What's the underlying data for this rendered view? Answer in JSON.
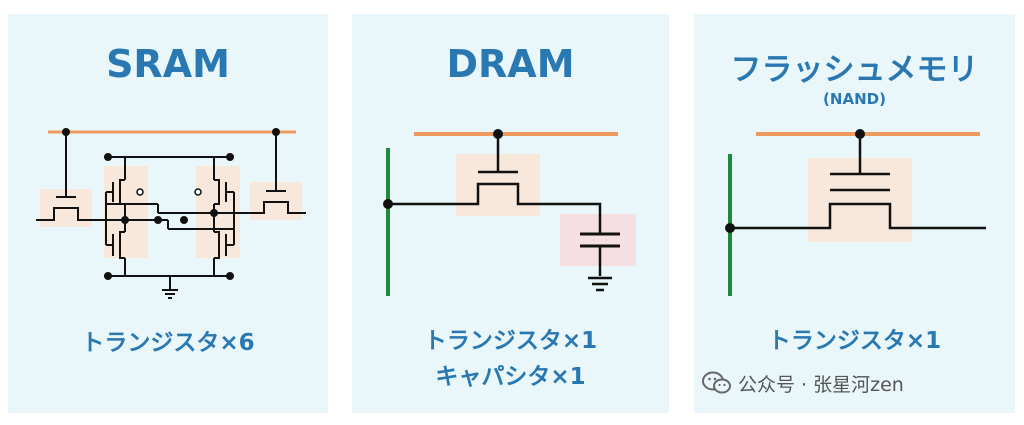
{
  "panels": [
    {
      "title": "SRAM",
      "caption": "トランジスタ×6"
    },
    {
      "title": "DRAM",
      "caption_lines": [
        "トランジスタ×1",
        "キャパシタ×1"
      ]
    },
    {
      "title": "フラッシュメモリ",
      "subtitle": "(NAND)",
      "caption": "トランジスタ×1"
    }
  ],
  "watermark": {
    "text": "公众号 · 张星河zen",
    "icon": "wechat-icon"
  },
  "colors": {
    "panel_bg": "#e9f7fb",
    "title_blue": "#2a78b2",
    "word_line_orange": "#ee9a5e",
    "bit_line_green": "#1f8a3c",
    "wire_black": "#111111",
    "highlight_peach": "#f8e8dc",
    "highlight_pink": "#f6dfe3"
  }
}
